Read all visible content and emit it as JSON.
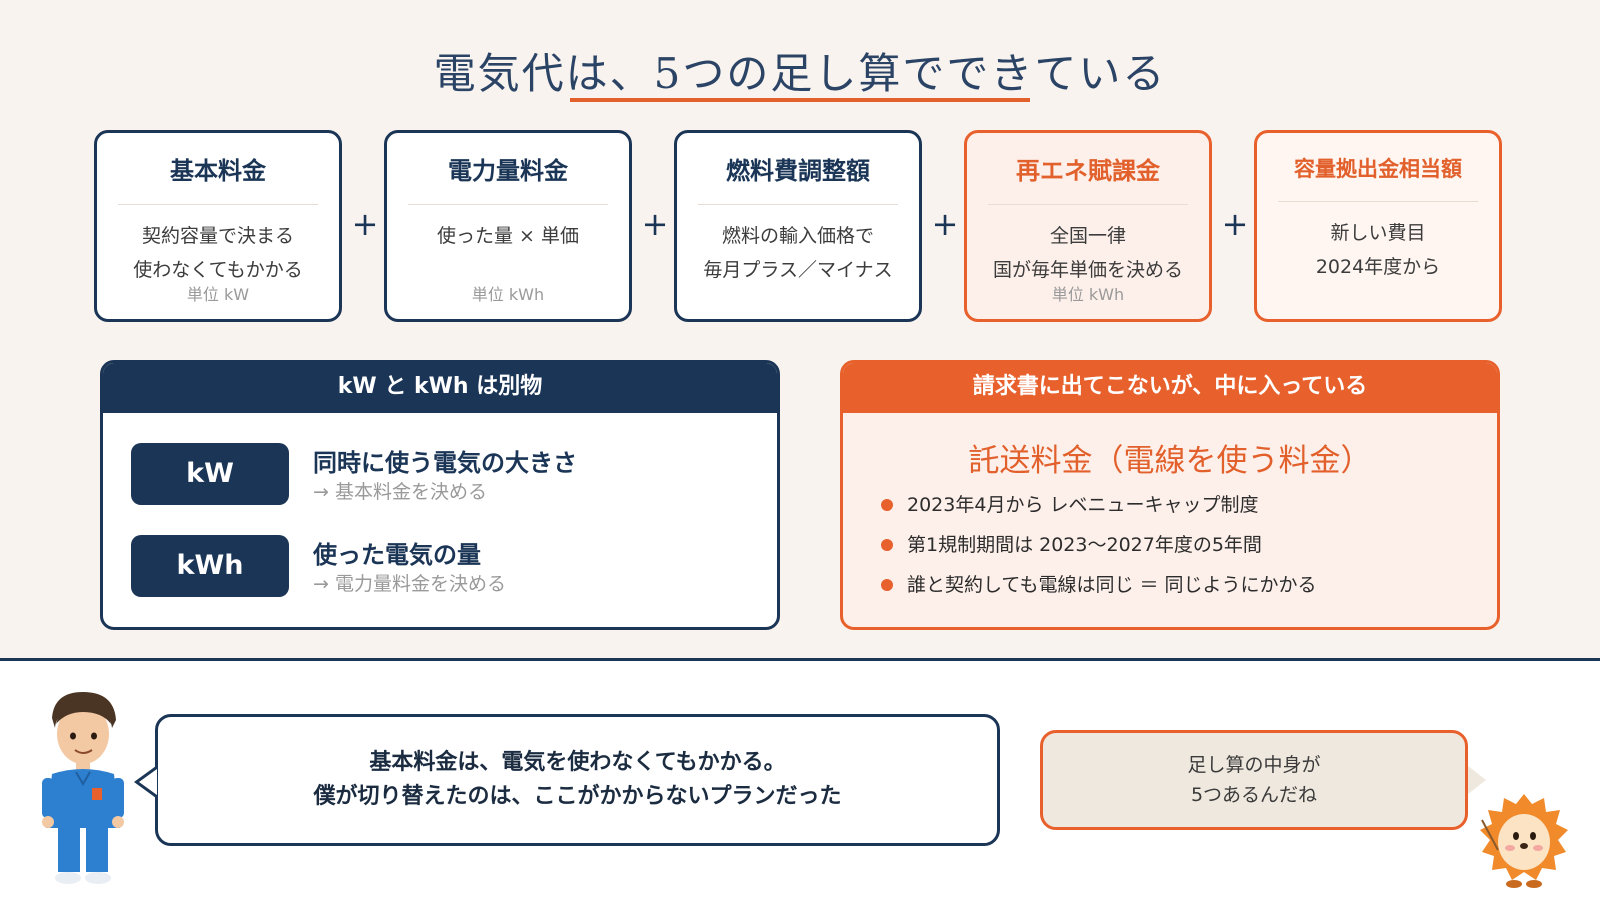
{
  "title": "電気代は、5つの足し算でできている",
  "cards": [
    {
      "title": "基本料金",
      "lines": [
        "契約容量で決まる",
        "使わなくてもかかる"
      ],
      "unit": "単位 kW"
    },
    {
      "title": "電力量料金",
      "lines": [
        "使った量 × 単価",
        ""
      ],
      "unit": "単位 kWh"
    },
    {
      "title": "燃料費調整額",
      "lines": [
        "燃料の輸入価格で",
        "毎月プラス／マイナス"
      ],
      "unit": ""
    },
    {
      "title": "再エネ賦課金",
      "lines": [
        "全国一律",
        "国が毎年単価を決める"
      ],
      "unit": "単位 kWh"
    },
    {
      "title": "容量拠出金相当額",
      "lines": [
        "新しい費目",
        "2024年度から"
      ],
      "unit": ""
    }
  ],
  "plus": "+",
  "units_panel": {
    "header": "kW と kWh は別物",
    "items": [
      {
        "pill": "kW",
        "title": "同時に使う電気の大きさ",
        "sub": "→ 基本料金を決める"
      },
      {
        "pill": "kWh",
        "title": "使った電気の量",
        "sub": "→ 電力量料金を決める"
      }
    ]
  },
  "hidden_panel": {
    "header": "請求書に出てこないが、中に入っている",
    "title": "託送料金（電線を使う料金）",
    "bullets": [
      "2023年4月から レベニューキャップ制度",
      "第1規制期間は 2023〜2027年度の5年間",
      "誰と契約しても電線は同じ ＝ 同じようにかかる"
    ]
  },
  "speech": {
    "lines": [
      "基本料金は、電気を使わなくてもかかる。",
      "僕が切り替えたのは、ここがかからないプランだった"
    ]
  },
  "note": {
    "lines": [
      "足し算の中身が",
      "5つあるんだね"
    ]
  },
  "colors": {
    "navy": "#1b3556",
    "orange": "#e8602c",
    "bg": "#f8f3ee"
  }
}
